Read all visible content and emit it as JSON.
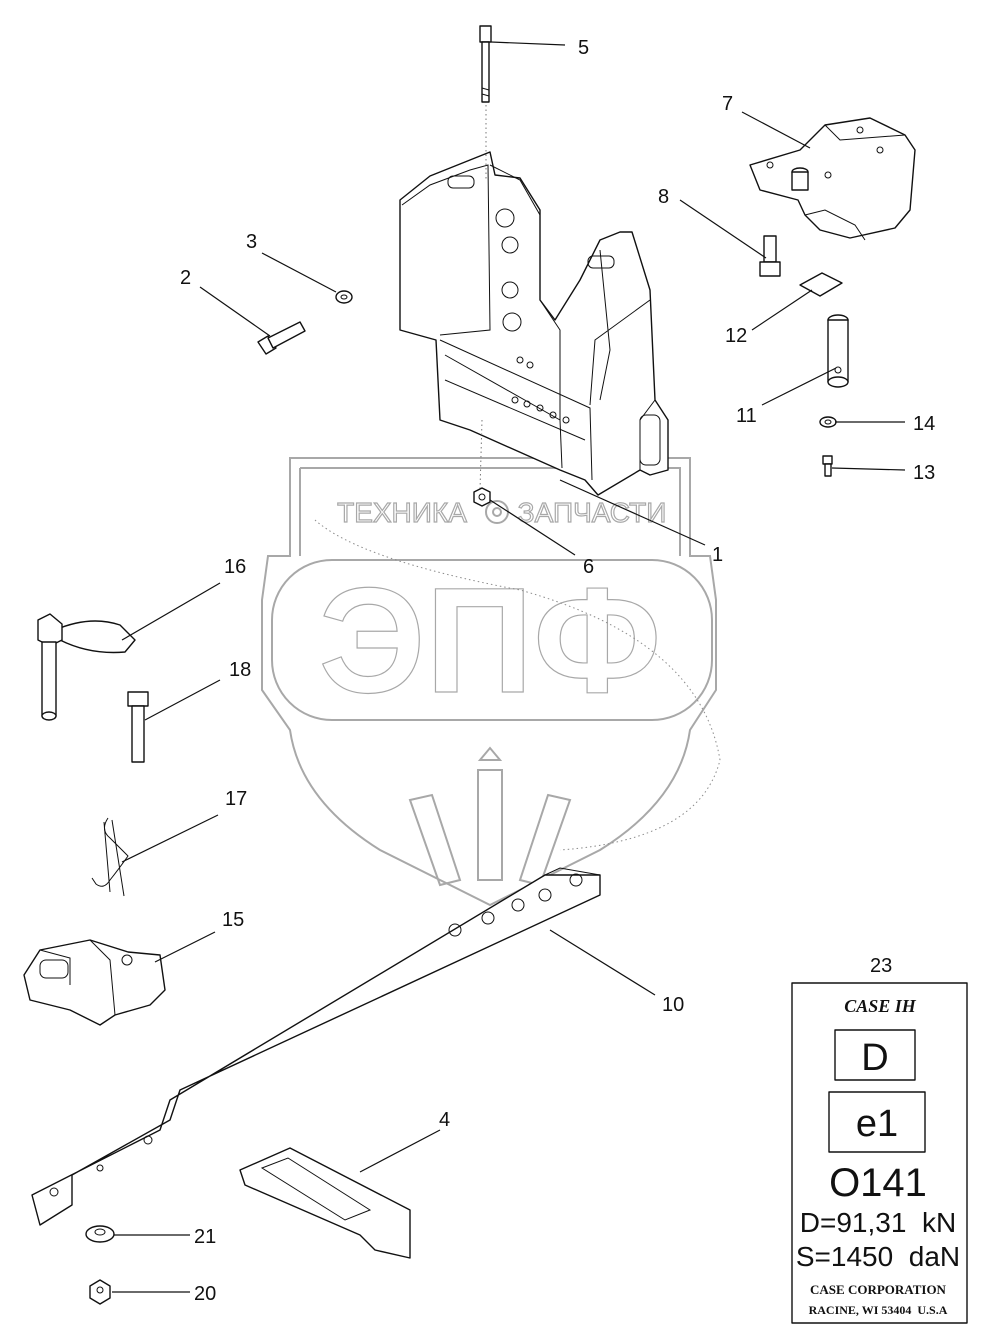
{
  "diagram": {
    "callouts": [
      {
        "id": "1",
        "label": "1"
      },
      {
        "id": "2",
        "label": "2"
      },
      {
        "id": "3",
        "label": "3"
      },
      {
        "id": "4",
        "label": "4"
      },
      {
        "id": "5",
        "label": "5"
      },
      {
        "id": "6",
        "label": "6"
      },
      {
        "id": "7",
        "label": "7"
      },
      {
        "id": "8",
        "label": "8"
      },
      {
        "id": "10",
        "label": "10"
      },
      {
        "id": "11",
        "label": "11"
      },
      {
        "id": "12",
        "label": "12"
      },
      {
        "id": "13",
        "label": "13"
      },
      {
        "id": "14",
        "label": "14"
      },
      {
        "id": "15",
        "label": "15"
      },
      {
        "id": "16",
        "label": "16"
      },
      {
        "id": "17",
        "label": "17"
      },
      {
        "id": "18",
        "label": "18"
      },
      {
        "id": "20",
        "label": "20"
      },
      {
        "id": "21",
        "label": "21"
      },
      {
        "id": "23",
        "label": "23"
      }
    ],
    "plate": {
      "brand": "CASE IH",
      "class_letter": "D",
      "approval_mark": "e1",
      "approval_number": "O141",
      "d_value": "D=91,31  kN",
      "s_value": "S=1450  daN",
      "maker_line1": "CASE CORPORATION",
      "maker_line2": "RACINE, WI 53404  U.S.A"
    },
    "watermark": {
      "left_word": "ТЕХНИКА",
      "right_word": "ЗАПЧАСТИ",
      "logo_text": "ЭПФ"
    }
  }
}
